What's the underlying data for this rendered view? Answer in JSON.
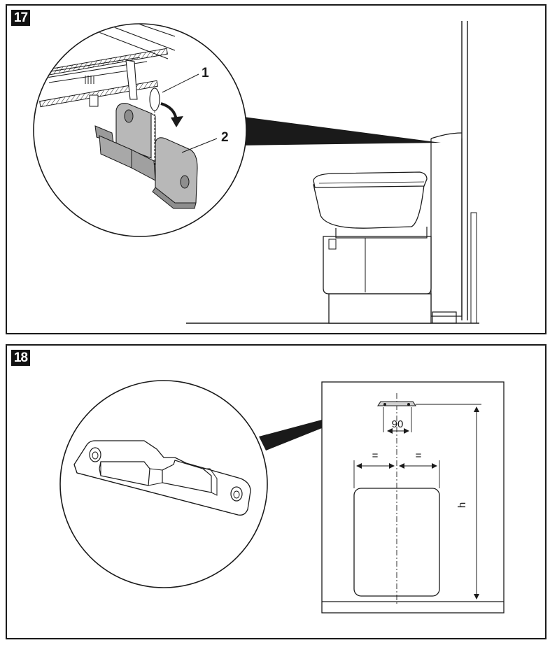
{
  "figures": [
    {
      "number": "17",
      "callouts": [
        {
          "label": "1"
        },
        {
          "label": "2"
        }
      ]
    },
    {
      "number": "18",
      "dimensions": {
        "width_label": "90",
        "equal_left": "=",
        "equal_right": "=",
        "height_label": "h"
      }
    }
  ],
  "colors": {
    "line": "#1a1a1a",
    "part_fill": "#b8b8b8",
    "panel_fill": "#ffffff"
  }
}
